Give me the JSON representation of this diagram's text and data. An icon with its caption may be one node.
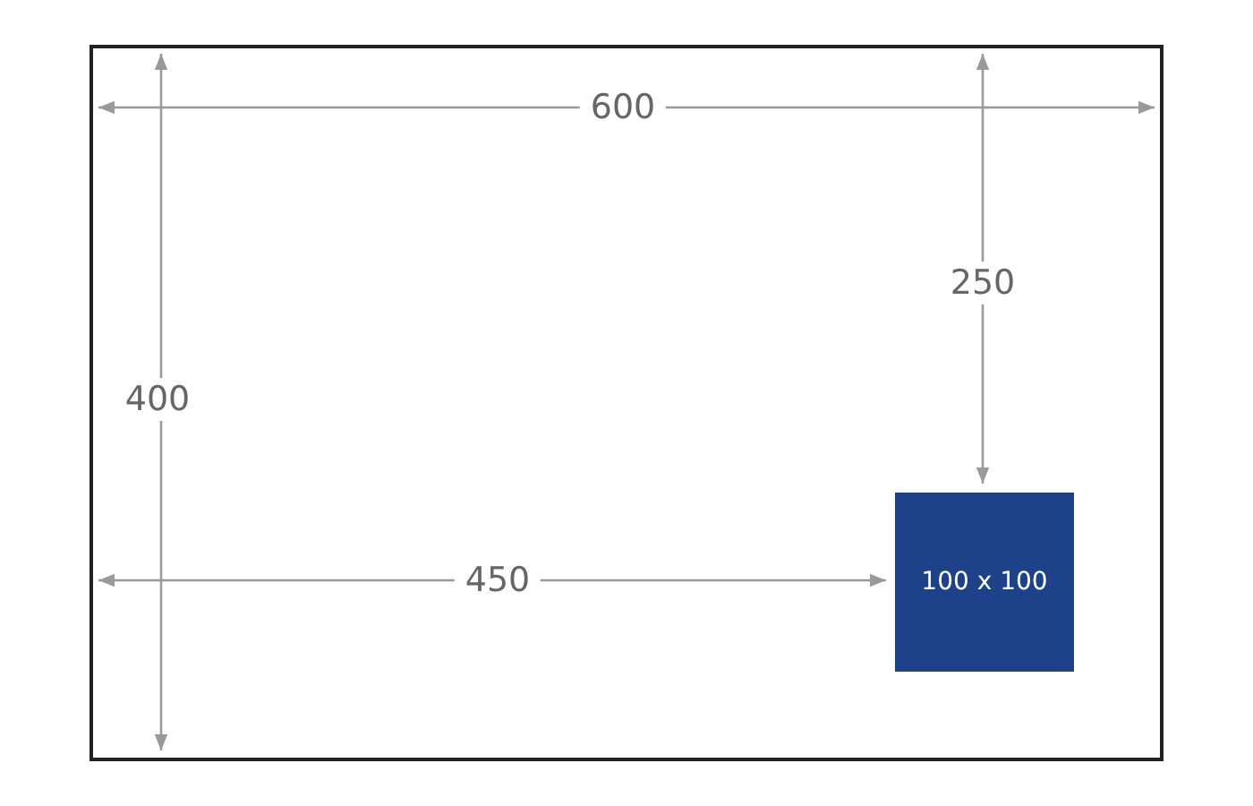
{
  "diagram": {
    "nodes": [
      {
        "text": [
          "100 x 100"
        ]
      }
    ],
    "labels": [
      "600",
      "250",
      "400",
      "450"
    ]
  }
}
